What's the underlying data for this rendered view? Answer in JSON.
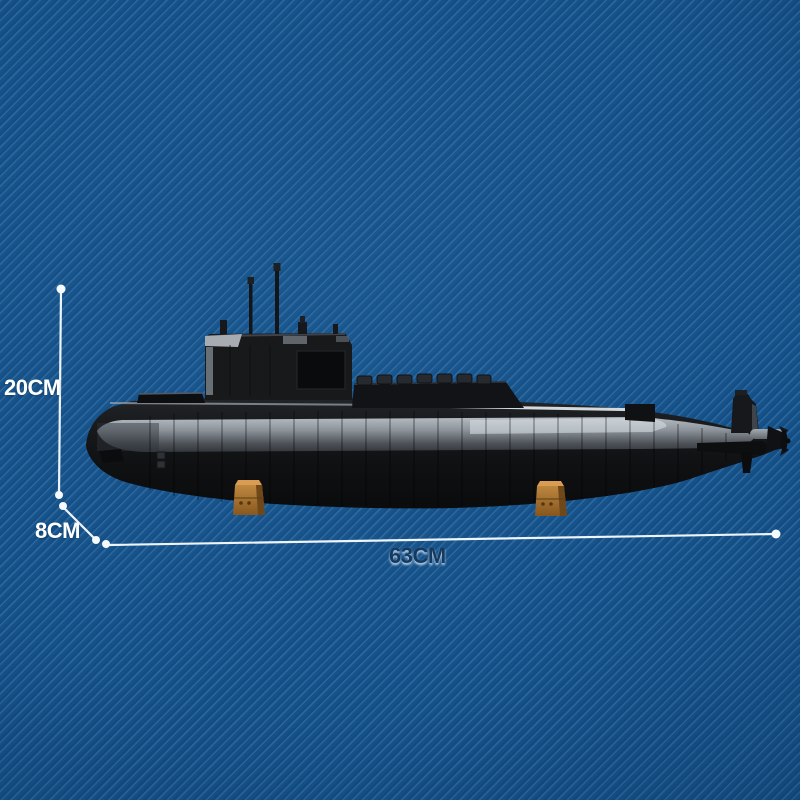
{
  "scene": {
    "subject": "black brick-built submarine model displayed on two tan stands",
    "background_base_color": "#15528a",
    "background_stripe_color": "#2f6da7"
  },
  "dimension_annotations": {
    "height": {
      "label": "20CM"
    },
    "depth": {
      "label": "8CM"
    },
    "length": {
      "label": "63CM"
    },
    "line_color": "#eef4f9",
    "endpoint_dot_color": "#f6fafd",
    "side_label_color": "#ffffff",
    "length_label_color": "#163a5f"
  },
  "model_colors": {
    "hull": "#141619",
    "hull_reflective_band": "#8d949b",
    "deck_highlight": "#e8edf1",
    "stand": "#b07a33"
  }
}
